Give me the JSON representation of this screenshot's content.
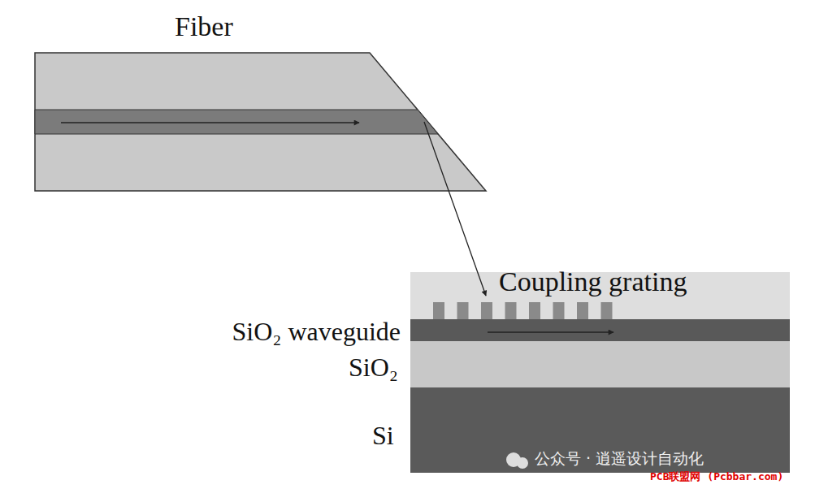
{
  "diagram": {
    "labels": [
      "Fiber",
      "Coupling grating",
      "SiO₂ waveguide",
      "SiO₂",
      "Si",
      "公众号 · 逍遥设计自动化",
      "PCB联盟网 (Pcbbar.com)"
    ]
  }
}
